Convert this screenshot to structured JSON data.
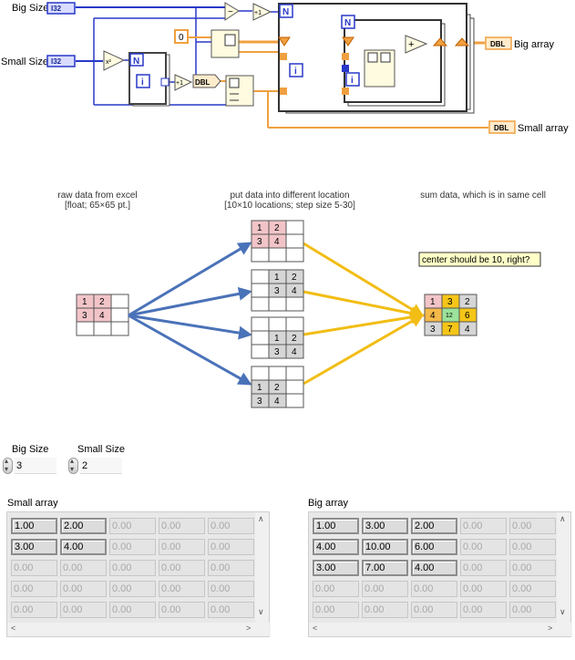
{
  "diagram": {
    "terminals": {
      "big_size_label": "Big Size",
      "small_size_label": "Small Size",
      "i32_tag": "I32",
      "const_zero": "0",
      "dbl_tag": "DBL",
      "big_array_label": "Big array",
      "small_array_label": "Small array",
      "n_tag": "N",
      "i_tag": "i",
      "square_symbol": "x²",
      "minus_symbol": "−",
      "plus_symbol": "+",
      "plus_one": "+1"
    },
    "explain": {
      "col1_title_line1": "raw data from excel",
      "col1_title_line2": "[float; 65×65 pt.]",
      "col2_title_line1": "put data into different location",
      "col2_title_line2": "[10×10 locations; step size 5-30]",
      "col3_title": "sum data, which is in same cell",
      "comment": "center should be 10, right?",
      "raw_values": [
        "1",
        "2",
        "3",
        "4"
      ],
      "result_values": [
        "1",
        "3",
        "2",
        "4",
        "12",
        "6",
        "3",
        "7",
        "4"
      ],
      "colors": {
        "pink": "#f2c4c8",
        "gray": "#d6d6d6",
        "yellow": "#f5c518",
        "orange": "#f5b94a",
        "green": "#9be29b",
        "blue_arrow": "#4a72b8",
        "yellow_arrow": "#f2bd14",
        "wire_orange": "#f0a040",
        "wire_blue": "#2838c8"
      }
    }
  },
  "front_panel": {
    "big_size": {
      "label": "Big Size",
      "value": "3"
    },
    "small_size": {
      "label": "Small Size",
      "value": "2"
    },
    "small_array": {
      "label": "Small array",
      "rows": [
        [
          "1.00",
          "2.00",
          "0.00",
          "0.00",
          "0.00"
        ],
        [
          "3.00",
          "4.00",
          "0.00",
          "0.00",
          "0.00"
        ],
        [
          "0.00",
          "0.00",
          "0.00",
          "0.00",
          "0.00"
        ],
        [
          "0.00",
          "0.00",
          "0.00",
          "0.00",
          "0.00"
        ],
        [
          "0.00",
          "0.00",
          "0.00",
          "0.00",
          "0.00"
        ]
      ],
      "active_rows": 2,
      "active_cols": 2
    },
    "big_array": {
      "label": "Big array",
      "rows": [
        [
          "1.00",
          "3.00",
          "2.00",
          "0.00",
          "0.00"
        ],
        [
          "4.00",
          "10.00",
          "6.00",
          "0.00",
          "0.00"
        ],
        [
          "3.00",
          "7.00",
          "4.00",
          "0.00",
          "0.00"
        ],
        [
          "0.00",
          "0.00",
          "0.00",
          "0.00",
          "0.00"
        ],
        [
          "0.00",
          "0.00",
          "0.00",
          "0.00",
          "0.00"
        ]
      ],
      "active_rows": 3,
      "active_cols": 3
    }
  }
}
